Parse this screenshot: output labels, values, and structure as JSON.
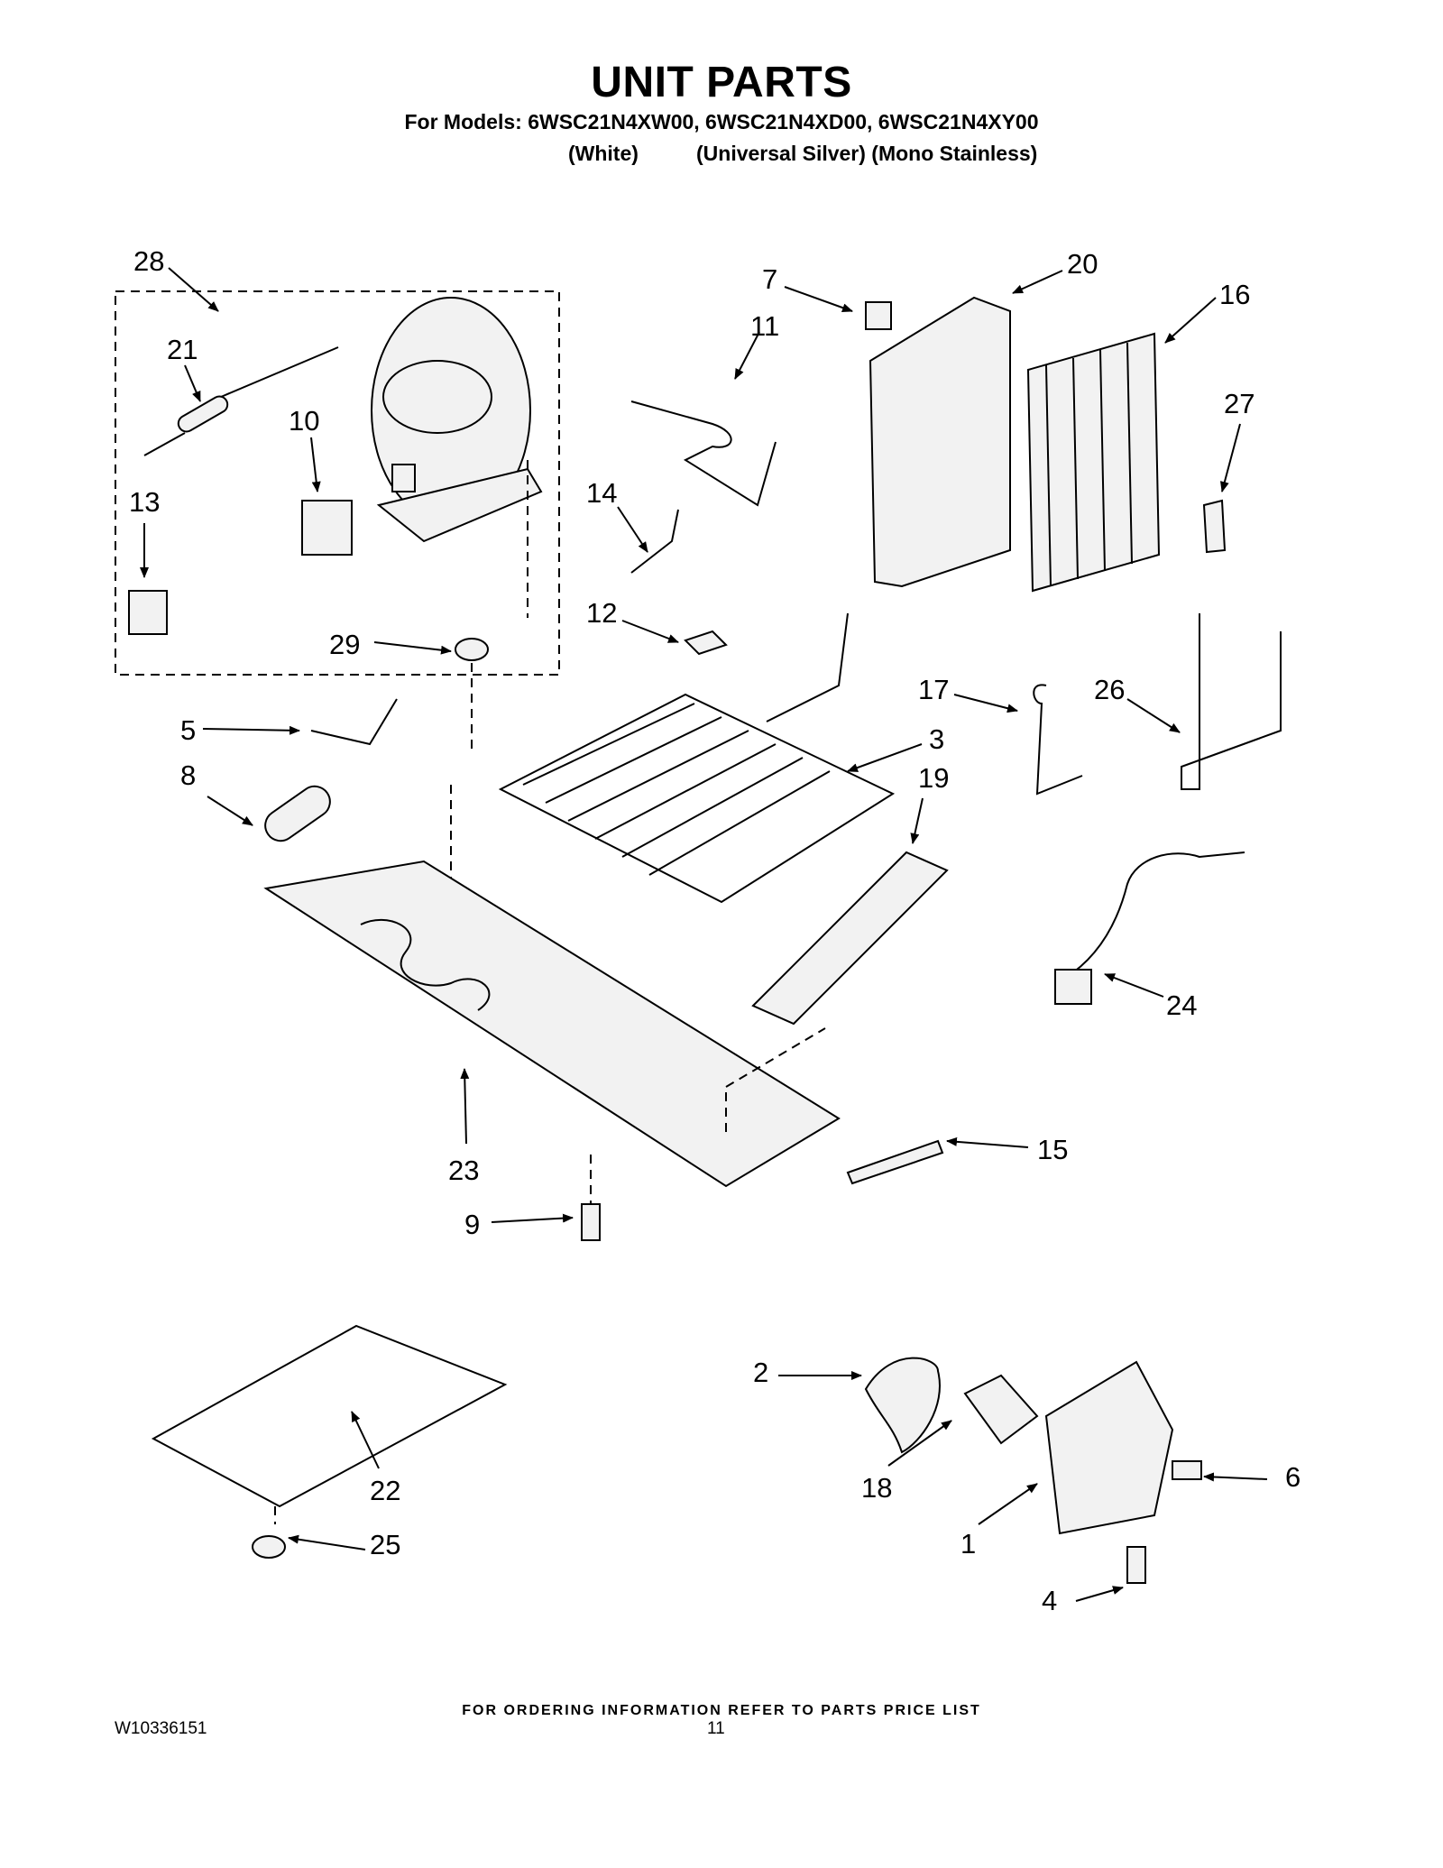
{
  "header": {
    "title": "UNIT PARTS",
    "models_line": "For Models: 6WSC21N4XW00, 6WSC21N4XD00, 6WSC21N4XY00",
    "color_white": "(White)",
    "color_silver_stainless": "(Universal Silver) (Mono Stainless)"
  },
  "callouts": {
    "c1": "1",
    "c2": "2",
    "c3": "3",
    "c4": "4",
    "c5": "5",
    "c6": "6",
    "c7": "7",
    "c8": "8",
    "c9": "9",
    "c10": "10",
    "c11": "11",
    "c12": "12",
    "c13": "13",
    "c14": "14",
    "c15": "15",
    "c16": "16",
    "c17": "17",
    "c18": "18",
    "c19": "19",
    "c20": "20",
    "c21": "21",
    "c22": "22",
    "c23": "23",
    "c24": "24",
    "c25": "25",
    "c26": "26",
    "c27": "27",
    "c28": "28",
    "c29": "29"
  },
  "footer": {
    "ordering_note": "FOR ORDERING INFORMATION REFER TO PARTS PRICE LIST",
    "document_number": "W10336151",
    "page_number": "11"
  }
}
